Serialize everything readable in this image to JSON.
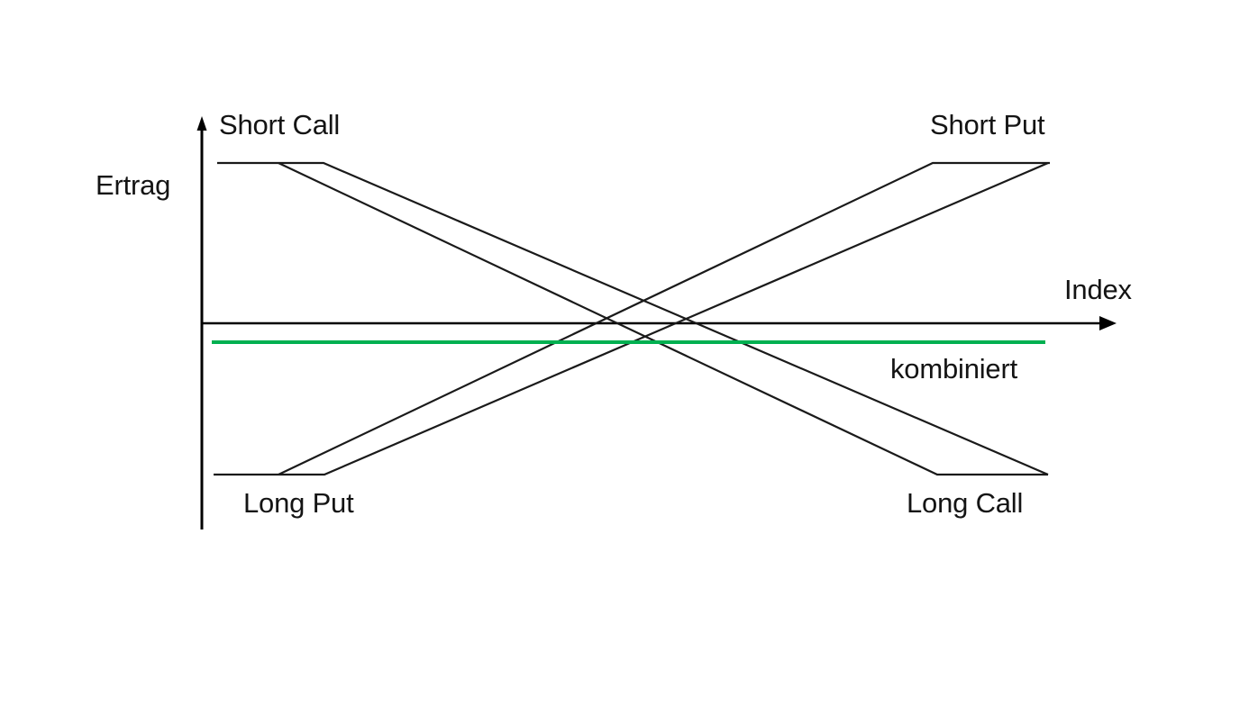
{
  "chart_data": {
    "type": "line",
    "title": "",
    "subtitle": "",
    "xlabel": "Index",
    "ylabel": "Ertrag",
    "grid": false,
    "legend_position": "inline-annotations",
    "axes": {
      "x_axis_label": "Index",
      "y_axis_label": "Ertrag",
      "x_axis_arrow": true,
      "y_axis_arrow": true,
      "zero_line_value": 0,
      "xlim": [
        0,
        100
      ],
      "ylim": [
        -100,
        100
      ]
    },
    "annotations": [
      {
        "text": "Short Call",
        "series": "Short Call"
      },
      {
        "text": "Short Put",
        "series": "Short Put"
      },
      {
        "text": "Long Put",
        "series": "Long Put"
      },
      {
        "text": "Long Call",
        "series": "Long Call"
      },
      {
        "text": "kombiniert",
        "series": "kombiniert"
      },
      {
        "text": "Ertrag",
        "series": "y-axis"
      },
      {
        "text": "Index",
        "series": "x-axis"
      }
    ],
    "series": [
      {
        "name": "Short Call",
        "color": "#1a1a1a",
        "points": [
          [
            1.7,
            87.5
          ],
          [
            13.4,
            87.5
          ],
          [
            92.8,
            -87.5
          ]
        ],
        "description": "flat premium then declining after strike"
      },
      {
        "name": "Short Put",
        "color": "#1a1a1a",
        "points": [
          [
            6.6,
            -87.5
          ],
          [
            80.1,
            87.5
          ],
          [
            92.9,
            87.5
          ]
        ],
        "description": "rising then flat premium after strike"
      },
      {
        "name": "Long Put",
        "color": "#1a1a1a",
        "points": [
          [
            1.3,
            -87.5
          ],
          [
            13.4,
            -87.5
          ],
          [
            92.8,
            87.5
          ]
        ],
        "description": "flat loss then rising"
      },
      {
        "name": "Long Call",
        "color": "#1a1a1a",
        "points": [
          [
            6.6,
            87.5
          ],
          [
            80.1,
            -87.5
          ],
          [
            92.9,
            -87.5
          ]
        ],
        "description": "declining then flat loss"
      },
      {
        "name": "kombiniert",
        "color": "#00B050",
        "points": [
          [
            1.1,
            -11.5
          ],
          [
            92.4,
            -11.5
          ]
        ],
        "description": "combined position: flat slightly negative payoff"
      }
    ],
    "labels": {
      "short_call": "Short Call",
      "short_put": "Short Put",
      "long_put": "Long Put",
      "long_call": "Long Call",
      "kombiniert": "kombiniert",
      "ertrag": "Ertrag",
      "index": "Index"
    },
    "colors": {
      "line": "#1a1a1a",
      "combined": "#00B050",
      "axis": "#000000",
      "background": "#ffffff",
      "text": "#141414"
    }
  }
}
